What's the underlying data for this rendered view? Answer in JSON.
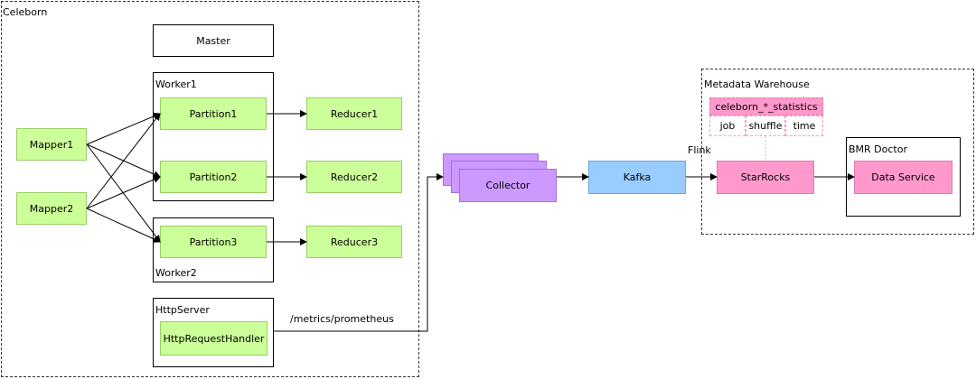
{
  "celeborn": {
    "title": "Celeborn",
    "master": "Master",
    "worker1": "Worker1",
    "worker2": "Worker2",
    "http_server": "HttpServer",
    "http_handler": "HttpRequestHandler",
    "mappers": [
      "Mapper1",
      "Mapper2"
    ],
    "partitions": [
      "Partition1",
      "Partition2",
      "Partition3"
    ],
    "reducers": [
      "Reducer1",
      "Reducer2",
      "Reducer3"
    ]
  },
  "pipeline": {
    "metrics_path": "/metrics/prometheus",
    "collector": "Collector",
    "kafka": "Kafka",
    "flink": "Flink"
  },
  "warehouse": {
    "title": "Metadata Warehouse",
    "table_name": "celeborn_*_statistics",
    "columns": [
      "job",
      "shuffle",
      "time"
    ],
    "starrocks": "StarRocks"
  },
  "bmr": {
    "title": "BMR Doctor",
    "data_service": "Data Service"
  },
  "colors": {
    "green": "#ccff99",
    "pink": "#ff99cc",
    "blue": "#99ccff",
    "purple": "#cc99ff"
  }
}
